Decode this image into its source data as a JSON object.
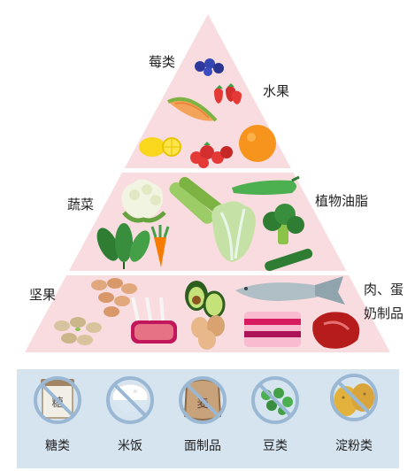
{
  "pyramid": {
    "tiers": [
      {
        "id": "top",
        "labels": {
          "left": "莓类",
          "right": "水果"
        },
        "icons": [
          "blueberries-icon",
          "strawberries-icon",
          "melon-slice-icon",
          "lemon-icon",
          "cherry-tomatoes-icon",
          "orange-icon"
        ]
      },
      {
        "id": "middle",
        "labels": {
          "left": "蔬菜",
          "right": "植物油脂"
        },
        "icons": [
          "cauliflower-icon",
          "zucchini-icon",
          "green-pepper-icon",
          "cabbage-icon",
          "broccoli-icon",
          "spinach-icon",
          "carrot-icon",
          "cucumber-icon"
        ]
      },
      {
        "id": "base",
        "labels": {
          "left": "坚果",
          "right_line1": "肉、蛋",
          "right_line2": "奶制品"
        },
        "icons": [
          "almonds-icon",
          "avocado-icon",
          "fish-icon",
          "pistachios-icon",
          "lamb-ribs-icon",
          "eggs-icon",
          "pork-belly-icon",
          "steak-icon"
        ]
      }
    ]
  },
  "avoid": {
    "items": [
      {
        "label": "糖类",
        "icon": "sugar-jar-icon",
        "mark": "糖"
      },
      {
        "label": "米饭",
        "icon": "rice-bowl-icon"
      },
      {
        "label": "面制品",
        "icon": "flour-sack-icon",
        "mark": "麦"
      },
      {
        "label": "豆类",
        "icon": "peas-icon"
      },
      {
        "label": "淀粉类",
        "icon": "potatoes-icon"
      }
    ]
  },
  "colors": {
    "pyramid_fill": "#f8dcdf",
    "tier_divider": "#ffffff",
    "bottom_band": "#d6e4ef",
    "prohibit_ring": "#9ab8d3"
  }
}
